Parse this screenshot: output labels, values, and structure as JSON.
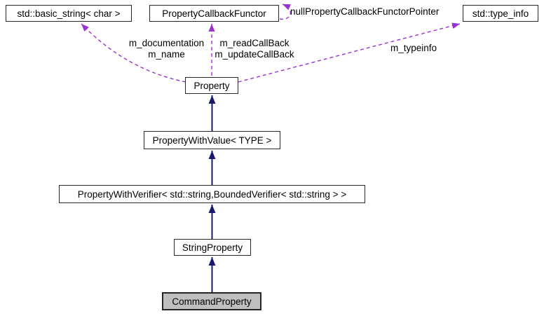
{
  "diagram": {
    "type": "class-collaboration-diagram",
    "nodes": [
      {
        "id": "basic_string",
        "label": "std::basic_string< char >"
      },
      {
        "id": "property_callback_functor",
        "label": "PropertyCallbackFunctor"
      },
      {
        "id": "type_info",
        "label": "std::type_info"
      },
      {
        "id": "property",
        "label": "Property"
      },
      {
        "id": "property_with_value",
        "label": "PropertyWithValue< TYPE >"
      },
      {
        "id": "property_with_verifier",
        "label": "PropertyWithVerifier< std::string,BoundedVerifier< std::string > >"
      },
      {
        "id": "string_property",
        "label": "StringProperty"
      },
      {
        "id": "command_property",
        "label": "CommandProperty",
        "highlighted": true
      }
    ],
    "edge_labels": {
      "documentation_line1": "m_documentation",
      "documentation_line2": "m_name",
      "callbacks_line1": "m_readCallBack",
      "callbacks_line2": "m_updateCallBack",
      "null_pointer": "nullPropertyCallbackFunctorPointer",
      "typeinfo": "m_typeinfo"
    },
    "colors": {
      "inheritance": "#191970",
      "usage": "#9a32cd",
      "highlight_fill": "#bfbfbf",
      "border": "#262626",
      "node_fill": "#ffffff",
      "background": "#ffffff"
    }
  }
}
